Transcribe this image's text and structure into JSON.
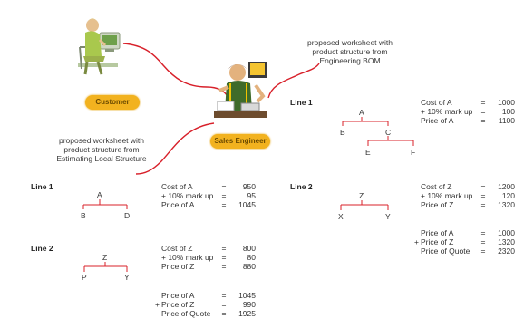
{
  "actors": {
    "customer": "Customer",
    "sales_engineer": "Sales Engineer"
  },
  "notes": {
    "engineering": [
      "proposed worksheet with",
      "product structure from",
      "Engineering BOM"
    ],
    "estimating": [
      "proposed worksheet with",
      "product structure from",
      "Estimating Local Structure"
    ]
  },
  "left": {
    "line1": {
      "label": "Line 1",
      "tree": {
        "root": "A",
        "children": [
          "B",
          "D"
        ]
      },
      "calc": [
        {
          "op": "",
          "label": "Cost of A",
          "eq": "=",
          "value": "950"
        },
        {
          "op": "",
          "label": "+ 10% mark up",
          "eq": "=",
          "value": "95"
        },
        {
          "op": "",
          "label": "Price of A",
          "eq": "=",
          "value": "1045"
        }
      ]
    },
    "line2": {
      "label": "Line 2",
      "tree": {
        "root": "Z",
        "children": [
          "P",
          "Y"
        ]
      },
      "calc": [
        {
          "op": "",
          "label": "Cost of Z",
          "eq": "=",
          "value": "800"
        },
        {
          "op": "",
          "label": "+ 10% mark up",
          "eq": "=",
          "value": "80"
        },
        {
          "op": "",
          "label": "Price of Z",
          "eq": "=",
          "value": "880"
        }
      ]
    },
    "quote": [
      {
        "op": "",
        "label": "Price of A",
        "eq": "=",
        "value": "1045"
      },
      {
        "op": "+",
        "label": "Price of Z",
        "eq": "=",
        "value": "990"
      },
      {
        "op": "",
        "label": "Price of Quote",
        "eq": "=",
        "value": "1925"
      }
    ]
  },
  "right": {
    "line1": {
      "label": "Line 1",
      "tree": {
        "root": "A",
        "children": [
          "B",
          "C"
        ],
        "grandchildren": [
          "E",
          "F"
        ]
      },
      "calc": [
        {
          "op": "",
          "label": "Cost of A",
          "eq": "=",
          "value": "1000"
        },
        {
          "op": "",
          "label": "+ 10% mark up",
          "eq": "=",
          "value": "100"
        },
        {
          "op": "",
          "label": "Price of A",
          "eq": "=",
          "value": "1100"
        }
      ]
    },
    "line2": {
      "label": "Line 2",
      "tree": {
        "root": "Z",
        "children": [
          "X",
          "Y"
        ]
      },
      "calc": [
        {
          "op": "",
          "label": "Cost of Z",
          "eq": "=",
          "value": "1200"
        },
        {
          "op": "",
          "label": "+ 10% mark up",
          "eq": "=",
          "value": "120"
        },
        {
          "op": "",
          "label": "Price of Z",
          "eq": "=",
          "value": "1320"
        }
      ]
    },
    "quote": [
      {
        "op": "",
        "label": "Price of A",
        "eq": "=",
        "value": "1000"
      },
      {
        "op": "+",
        "label": "Price of Z",
        "eq": "=",
        "value": "1320"
      },
      {
        "op": "",
        "label": "Price of Quote",
        "eq": "=",
        "value": "2320"
      }
    ]
  },
  "colors": {
    "connector": "#d8202a",
    "pill": "#f2b21f",
    "text": "#333333"
  }
}
